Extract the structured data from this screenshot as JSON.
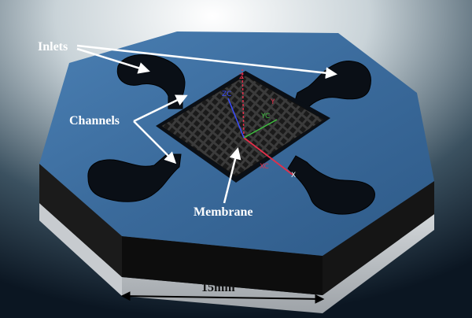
{
  "labels": {
    "inlets": "Inlets",
    "channels": "Channels",
    "membrane": "Membrane",
    "dimension": "15mm"
  },
  "axes": {
    "x": "X",
    "y": "Y",
    "z": "Z",
    "xc": "XC",
    "yc": "YC",
    "zc": "ZC"
  },
  "colors": {
    "background_top": "#ffffff",
    "background_bottom": "#0b1622",
    "device_top": "#3d6e9f",
    "device_side_dark": "#0b0b0b",
    "base_side": "#b9bdc2",
    "membrane_mesh": "#2a2a2a",
    "axis_red": "#e0304a",
    "axis_green": "#3fbf3f",
    "axis_blue": "#3a4cff"
  }
}
